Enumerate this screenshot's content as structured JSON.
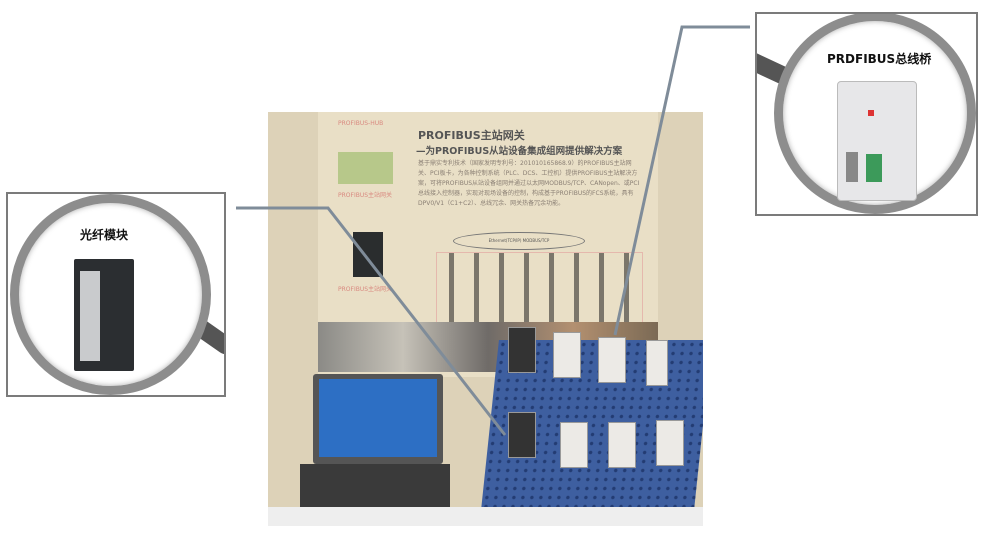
{
  "poster": {
    "title": "PROFIBUS主站网关",
    "subtitle": "—为PROFIBUS从站设备集成组网提供解决方案",
    "paragraph": "基于鼎实专利技术（国家发明专利号：201010165868.9）的PROFIBUS主站网关、PCI板卡，为各种控制系统（PLC、DCS、工控机）提供PROFIBUS主站解决方案，可将PROFIBUS从站设备组网并通过以太网MODBUS/TCP、CANopen、或PCI总线接入控制器，实现对现场设备的控制，构成基于PROFIBUS的FCS系统，具有DPV0/V1（C1+C2）、总线冗余、网关热备冗余功能。",
    "label_hub": "PROFIBUS-HUB",
    "label_gateway_config": "PROFIBUS主站网关",
    "label_gateway": "PROFIBUS主站网关",
    "ethernet_label": "Ethernet(TCP/IP) MODBUS/TCP"
  },
  "callouts": {
    "left": {
      "label": "光纤模块"
    },
    "right": {
      "label": "PRDFIBUS总线桥"
    }
  },
  "colors": {
    "frame": "#7b7b7b",
    "board": "#3e5fa0"
  }
}
